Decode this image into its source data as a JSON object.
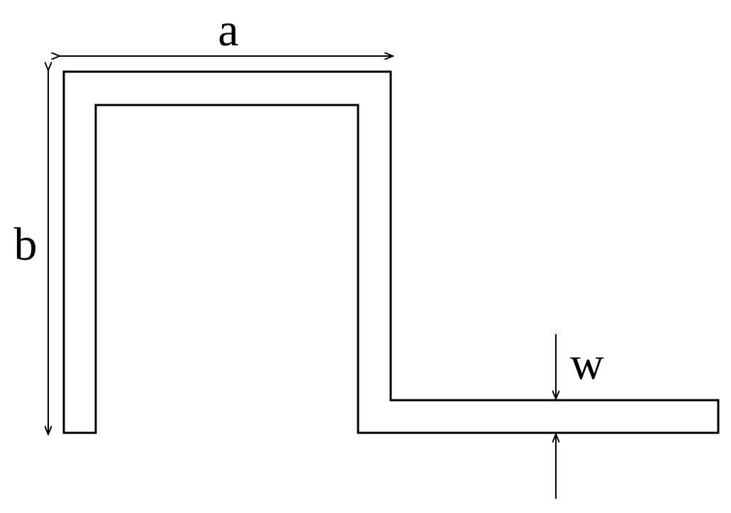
{
  "diagram": {
    "labels": {
      "a": "a",
      "b": "b",
      "w": "w"
    },
    "colors": {
      "stroke": "#000000",
      "background": "#ffffff"
    }
  }
}
